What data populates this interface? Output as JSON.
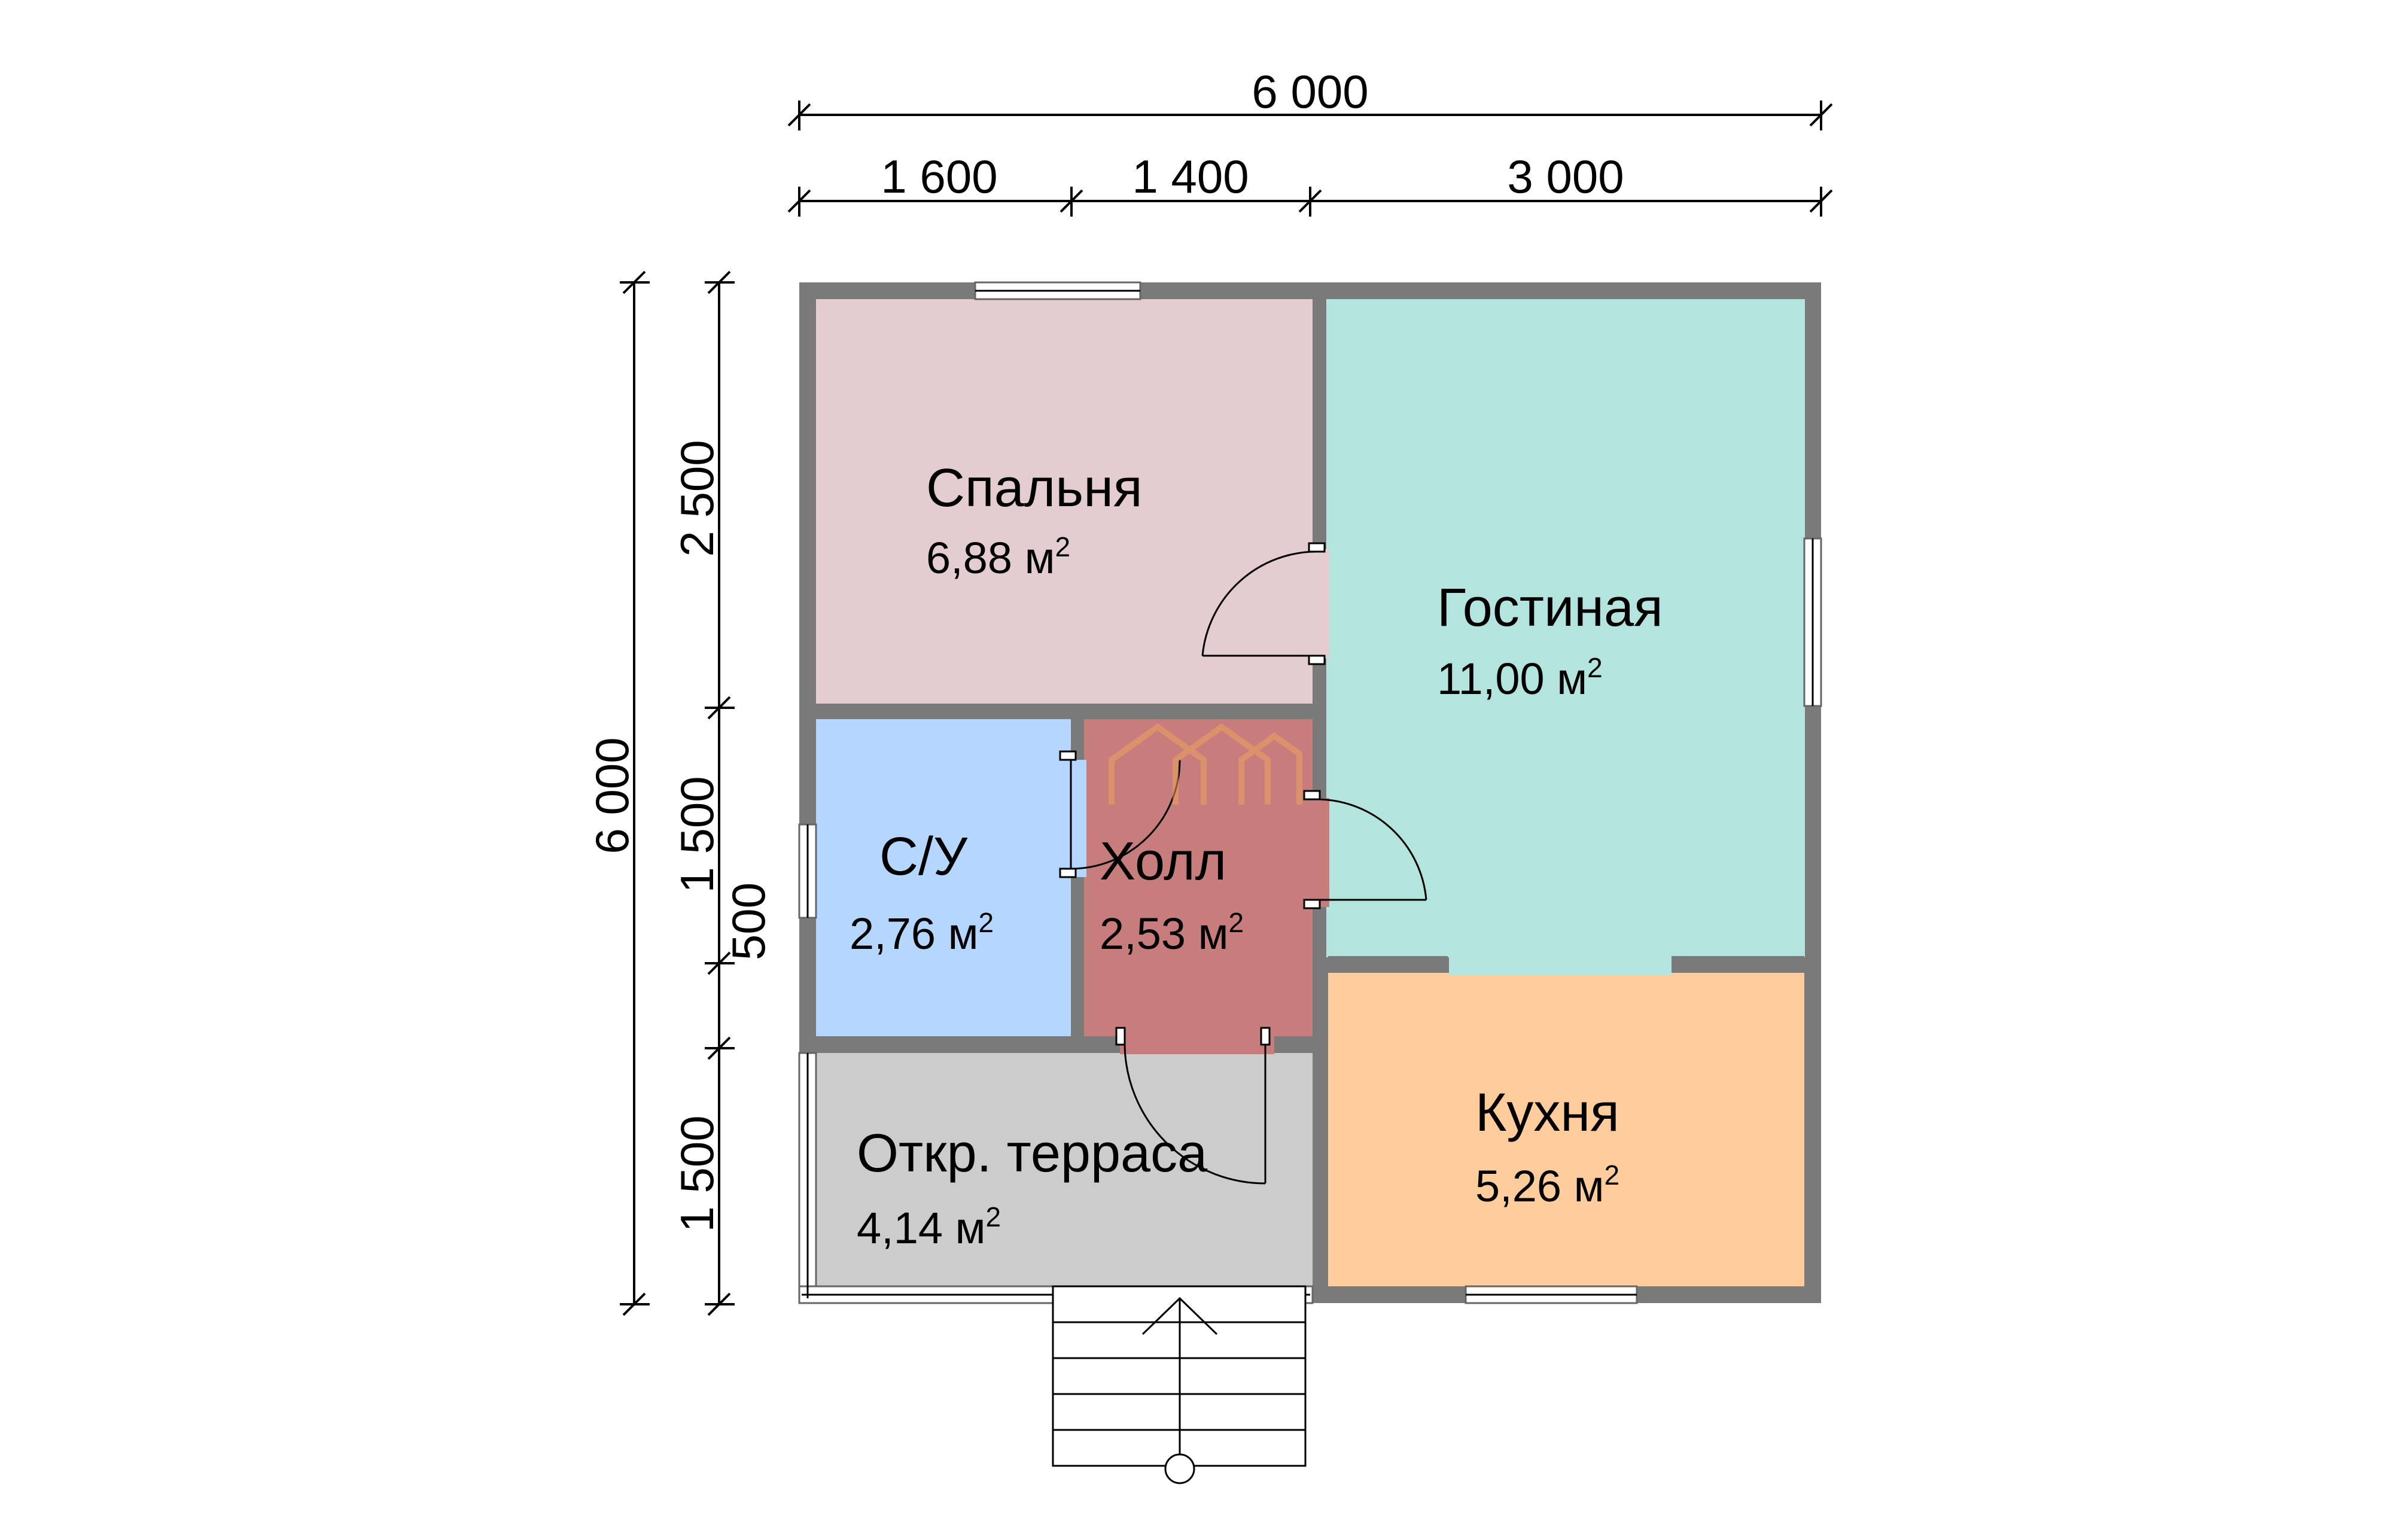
{
  "dimensions": {
    "top_total": "6 000",
    "top_segments": [
      "1 600",
      "1 400",
      "3 000"
    ],
    "left_total": "6 000",
    "left_segments": [
      "2 500",
      "1 500",
      "500",
      "1 500"
    ]
  },
  "rooms": {
    "bedroom": {
      "name": "Спальня",
      "area": "6,88 м",
      "unit_power": "2",
      "color": "#e3cdd1"
    },
    "living": {
      "name": "Гостиная",
      "area": "11,00 м",
      "unit_power": "2",
      "color": "#b3e4de"
    },
    "bathroom": {
      "name": "С/У",
      "area": "2,76 м",
      "unit_power": "2",
      "color": "#b4d6ff"
    },
    "hall": {
      "name": "Холл",
      "area": "2,53 м",
      "unit_power": "2",
      "color": "#c67d7b"
    },
    "terrace": {
      "name": "Откр. терраса",
      "area": "4,14 м",
      "unit_power": "2",
      "color": "#cccccc"
    },
    "kitchen": {
      "name": "Кухня",
      "area": "5,26 м",
      "unit_power": "2",
      "color": "#ffcd9c"
    }
  },
  "colors": {
    "wall": "#7a7a7a",
    "line": "#000000",
    "background": "#ffffff"
  },
  "icons": [
    "house-watermark-icon",
    "entrance-arrow-icon"
  ]
}
